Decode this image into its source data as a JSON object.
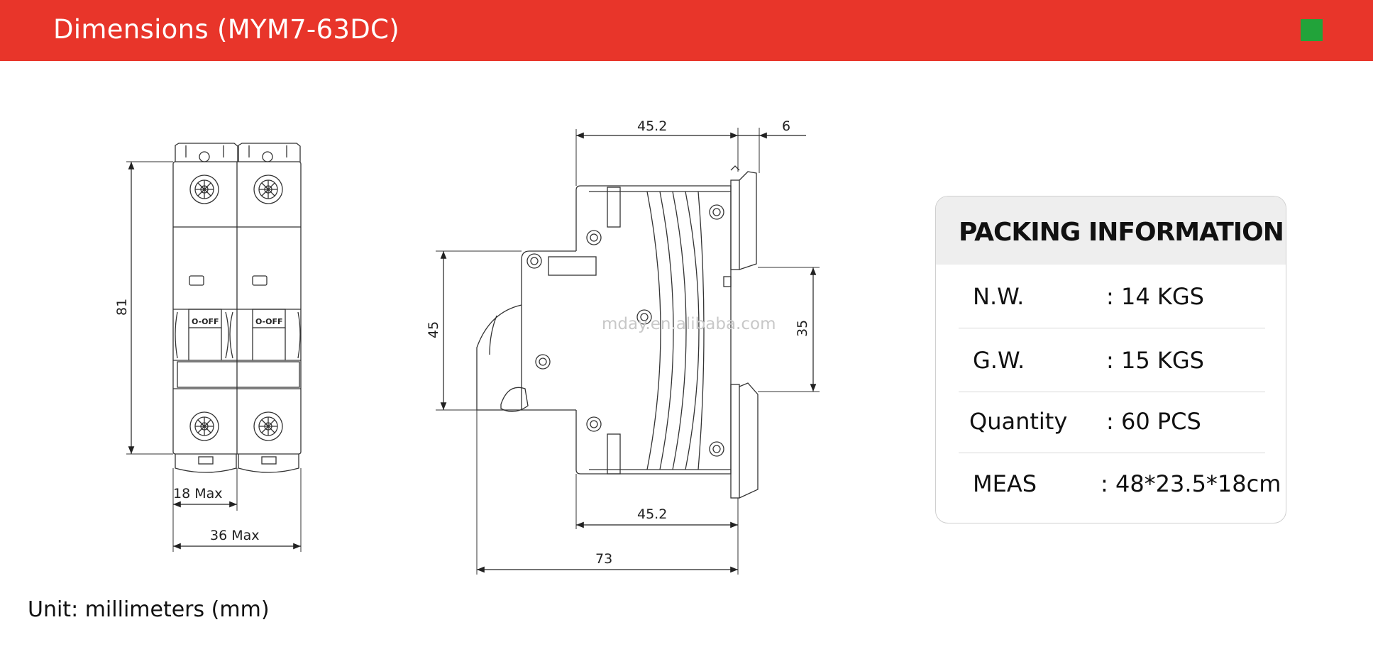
{
  "header": {
    "title": "Dimensions (MYM7-63DC)",
    "accent_color": "#e8352a",
    "square_color": "#22a33a"
  },
  "front_view": {
    "height_label": "81",
    "pole_width_label": "18 Max",
    "total_width_label": "36 Max",
    "switch_label_left": "O-OFF",
    "switch_label_right": "O-OFF"
  },
  "side_view": {
    "top_depth_label": "45.2",
    "top_offset_label": "6",
    "bottom_depth_label": "45.2",
    "total_depth_label": "73",
    "left_height_label": "45",
    "rail_height_label": "35"
  },
  "watermark": "mday.en.alibaba.com",
  "packing": {
    "title": "PACKING INFORMATION",
    "rows": [
      {
        "label": "N.W.",
        "value": ":  14 KGS"
      },
      {
        "label": "G.W.",
        "value": ":  15 KGS"
      },
      {
        "label": "Quantity",
        "value": ":  60 PCS"
      },
      {
        "label": "MEAS",
        "value": ":  48*23.5*18cm"
      }
    ]
  },
  "unit_note": "Unit: millimeters (mm)"
}
